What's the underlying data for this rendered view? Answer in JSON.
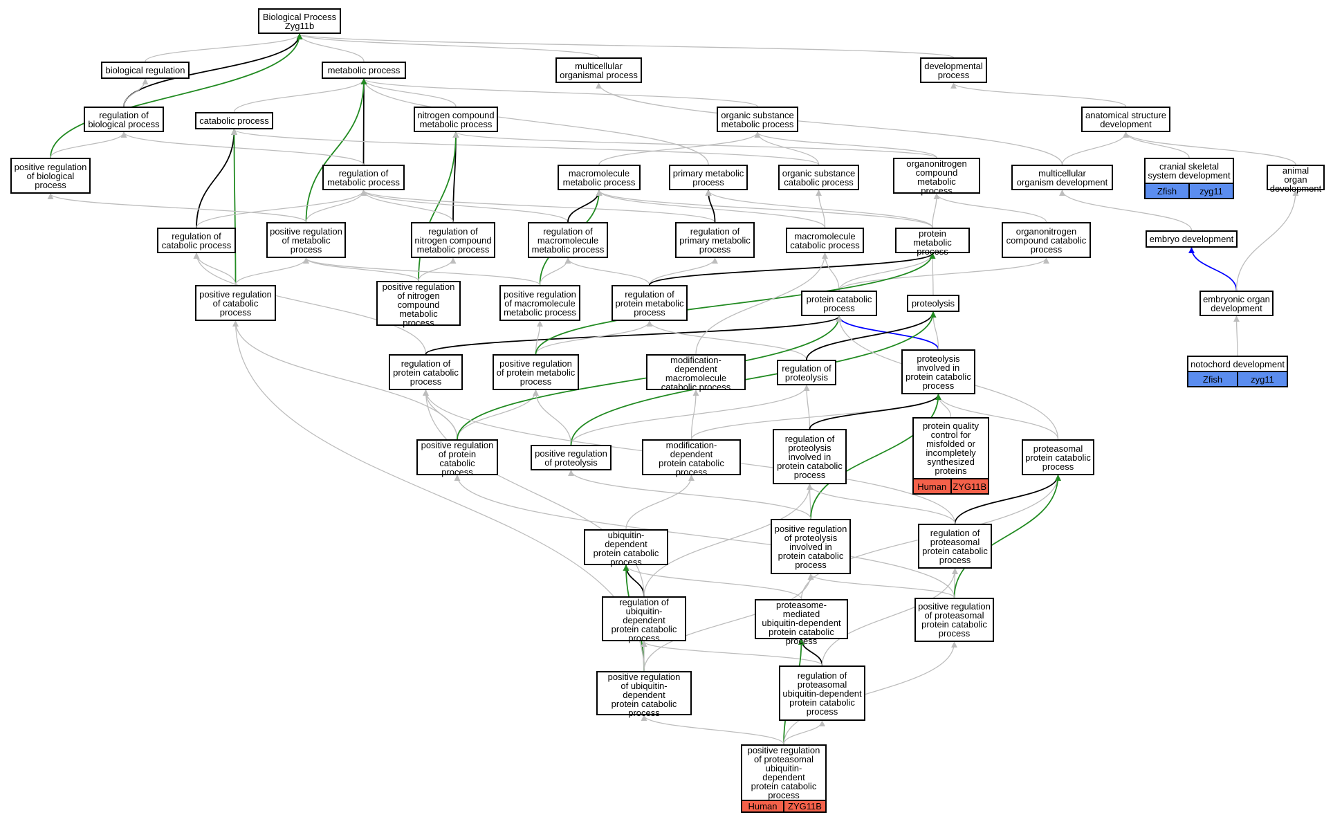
{
  "colors": {
    "edge_default": "#bdbdbd",
    "edge_direct": "#000000",
    "edge_positive": "#228b22",
    "edge_develop": "#0000ff",
    "human_badge": "#f4614a",
    "zfish_badge": "#5b8def"
  },
  "nodes": {
    "bp": {
      "label": "Biological Process\nZyg11b"
    },
    "bioreg": {
      "label": "biological regulation"
    },
    "metab": {
      "label": "metabolic process"
    },
    "multi": {
      "label": "multicellular\norganismal process"
    },
    "devproc": {
      "label": "developmental\nprocess"
    },
    "regbio": {
      "label": "regulation of\nbiological process"
    },
    "catab": {
      "label": "catabolic process"
    },
    "nitro": {
      "label": "nitrogen compound\nmetabolic process"
    },
    "orgsub": {
      "label": "organic substance\nmetabolic process"
    },
    "anat": {
      "label": "anatomical structure\ndevelopment"
    },
    "posbio": {
      "label": "positive regulation\nof biological\nprocess"
    },
    "regmet": {
      "label": "regulation of\nmetabolic process"
    },
    "macmet": {
      "label": "macromolecule\nmetabolic process"
    },
    "primet": {
      "label": "primary metabolic\nprocess"
    },
    "orgcat": {
      "label": "organic substance\ncatabolic process"
    },
    "orgnitmet": {
      "label": "organonitrogen\ncompound metabolic\nprocess"
    },
    "multidev": {
      "label": "multicellular\norganism development"
    },
    "cranial": {
      "label": "cranial skeletal\nsystem development",
      "species": [
        "Zfish",
        "zyg11"
      ]
    },
    "animal": {
      "label": "animal organ\ndevelopment"
    },
    "regcat": {
      "label": "regulation of\ncatabolic process"
    },
    "posmet": {
      "label": "positive regulation\nof metabolic\nprocess"
    },
    "regnit": {
      "label": "regulation of\nnitrogen compound\nmetabolic process"
    },
    "regmac": {
      "label": "regulation of\nmacromolecule\nmetabolic process"
    },
    "regpri": {
      "label": "regulation of\nprimary metabolic\nprocess"
    },
    "maccat": {
      "label": "macromolecule\ncatabolic process"
    },
    "protmet": {
      "label": "protein metabolic\nprocess"
    },
    "orgnitcat": {
      "label": "organonitrogen\ncompound catabolic\nprocess"
    },
    "embryo": {
      "label": "embryo development"
    },
    "poscat": {
      "label": "positive regulation\nof catabolic\nprocess"
    },
    "posnit": {
      "label": "positive regulation\nof nitrogen\ncompound metabolic\nprocess"
    },
    "posmac": {
      "label": "positive regulation\nof macromolecule\nmetabolic process"
    },
    "regprotmet": {
      "label": "regulation of\nprotein metabolic\nprocess"
    },
    "protcat": {
      "label": "protein catabolic\nprocess"
    },
    "proteolysis": {
      "label": "proteolysis"
    },
    "embryonic": {
      "label": "embryonic organ\ndevelopment"
    },
    "regprotcat": {
      "label": "regulation of\nprotein catabolic\nprocess"
    },
    "posprotmet": {
      "label": "positive regulation\nof protein metabolic\nprocess"
    },
    "moddepmac": {
      "label": "modification-dependent\nmacromolecule\ncatabolic process"
    },
    "regprot": {
      "label": "regulation of\nproteolysis"
    },
    "protinv": {
      "label": "proteolysis\ninvolved in\nprotein catabolic\nprocess"
    },
    "notochord": {
      "label": "notochord development",
      "species": [
        "Zfish",
        "zyg11"
      ]
    },
    "protqual": {
      "label": "protein quality\ncontrol for\nmisfolded or\nincompletely\nsynthesized\nproteins",
      "species": [
        "Human",
        "ZYG11B"
      ]
    },
    "posprotcat": {
      "label": "positive regulation\nof protein catabolic\nprocess"
    },
    "posprot": {
      "label": "positive regulation\nof proteolysis"
    },
    "moddepprot": {
      "label": "modification-dependent\nprotein catabolic\nprocess"
    },
    "regprotinv": {
      "label": "regulation of\nproteolysis\ninvolved in\nprotein catabolic\nprocess"
    },
    "proteasomal": {
      "label": "proteasomal\nprotein catabolic\nprocess"
    },
    "ubiq": {
      "label": "ubiquitin-dependent\nprotein catabolic\nprocess"
    },
    "posprotinv": {
      "label": "positive regulation\nof proteolysis\ninvolved in\nprotein catabolic\nprocess"
    },
    "regproteasomal": {
      "label": "regulation of\nproteasomal\nprotein catabolic\nprocess"
    },
    "regubiq": {
      "label": "regulation of\nubiquitin-dependent\nprotein catabolic\nprocess"
    },
    "proteamed": {
      "label": "proteasome-mediated\nubiquitin-dependent\nprotein catabolic\nprocess"
    },
    "posproteasomal": {
      "label": "positive regulation\nof proteasomal\nprotein catabolic\nprocess"
    },
    "posubiq": {
      "label": "positive regulation\nof ubiquitin-dependent\nprotein catabolic\nprocess"
    },
    "regproteaubiq": {
      "label": "regulation of\nproteasomal\nubiquitin-dependent\nprotein catabolic\nprocess"
    },
    "posproteaubiq": {
      "label": "positive regulation\nof proteasomal\nubiquitin-dependent\nprotein catabolic\nprocess",
      "species": [
        "Human",
        "ZYG11B"
      ]
    }
  }
}
